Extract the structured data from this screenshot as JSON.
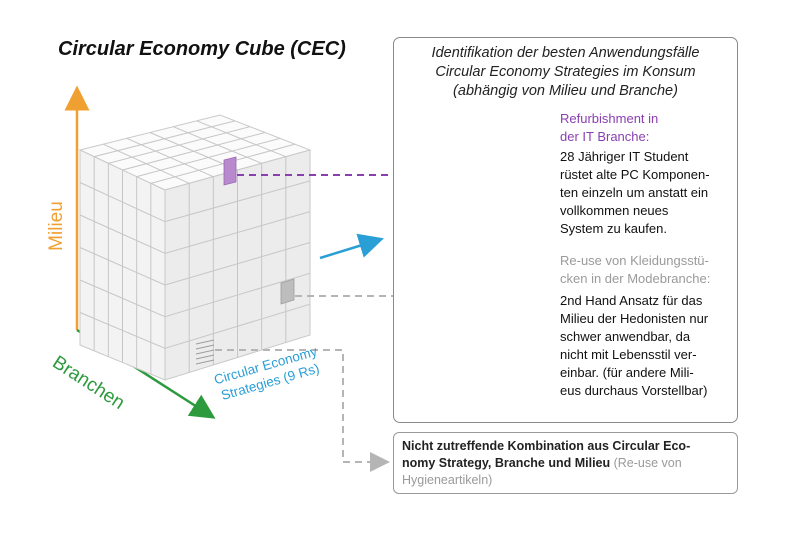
{
  "title": "Circular Economy Cube (CEC)",
  "panel": {
    "heading_lines": [
      "Identifikation der besten Anwendungsfälle",
      "Circular Economy Strategies im Konsum",
      "(abhängig von Milieu und Branche)"
    ]
  },
  "example1": {
    "label_lines": [
      "Refurbishment in",
      "der IT Branche:"
    ],
    "text_lines": [
      "28 Jähriger IT Student",
      "rüstet alte PC Komponen-",
      "ten einzeln um anstatt ein",
      "vollkommen neues",
      "System zu kaufen."
    ],
    "color": "#8a3fb0"
  },
  "example2": {
    "label_lines": [
      "Re-use von Kleidungsstü-",
      "cken in der Modebranche:"
    ],
    "text_lines": [
      "2nd Hand Ansatz für das",
      "Milieu der Hedonisten nur",
      "schwer anwendbar, da",
      "nicht mit Lebensstil ver-",
      "einbar. (für andere Mili-",
      "eus durchaus Vorstellbar)"
    ],
    "color": "#9a9a9a"
  },
  "bottom": {
    "bold_line1": "Nicht zutreffende Kombination aus Circular Eco-",
    "bold_line2": "nomy Strategy, Branche und Milieu",
    "grey_line2": " (Re-use von",
    "grey_line3": "Hygieneartikeln)"
  },
  "axes": {
    "milieu": {
      "label": "Milieu",
      "color": "#f0a030"
    },
    "branchen": {
      "label": "Branchen",
      "color": "#2e9a3e"
    },
    "strategies": {
      "label_lines": [
        "Circular Economy",
        "Strategies (9 Rs)"
      ],
      "color": "#2a9fd6"
    }
  }
}
